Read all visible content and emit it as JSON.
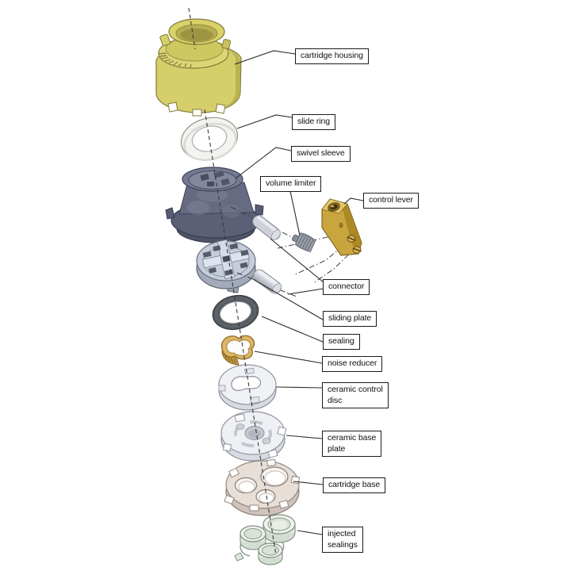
{
  "diagram": {
    "type": "exploded-view-technical-illustration",
    "background": "#ffffff",
    "line_color": "#2b2b2b",
    "labels": [
      {
        "id": "cartridge-housing",
        "text": "cartridge housing"
      },
      {
        "id": "slide-ring",
        "text": "slide ring"
      },
      {
        "id": "swivel-sleeve",
        "text": "swivel sleeve"
      },
      {
        "id": "volume-limiter",
        "text": "volume limiter"
      },
      {
        "id": "control-lever",
        "text": "control lever"
      },
      {
        "id": "connector",
        "text": "connector"
      },
      {
        "id": "sliding-plate",
        "text": "sliding plate"
      },
      {
        "id": "sealing",
        "text": "sealing"
      },
      {
        "id": "noise-reducer",
        "text": "noise reducer"
      },
      {
        "id": "ceramic-control-disc",
        "text": "ceramic control\ndisc"
      },
      {
        "id": "ceramic-base-plate",
        "text": "ceramic base\nplate"
      },
      {
        "id": "cartridge-base",
        "text": "cartridge base"
      },
      {
        "id": "injected-sealings",
        "text": "injected\nsealings"
      }
    ],
    "parts": [
      {
        "name": "cartridge-housing",
        "color": "#d6ce6a"
      },
      {
        "name": "slide-ring",
        "color": "#f3f3f0"
      },
      {
        "name": "swivel-sleeve",
        "color": "#5b6076"
      },
      {
        "name": "connector-pin",
        "color": "#cdd1d9"
      },
      {
        "name": "volume-limiter",
        "color": "#9aa0aa"
      },
      {
        "name": "control-lever",
        "color": "#c9a53e"
      },
      {
        "name": "sliding-plate",
        "color": "#c6cdda"
      },
      {
        "name": "sealing",
        "color": "#555b61"
      },
      {
        "name": "noise-reducer",
        "color": "#dcb766"
      },
      {
        "name": "ceramic-control-disc",
        "color": "#f0f1f5"
      },
      {
        "name": "ceramic-base-plate",
        "color": "#eff0f4"
      },
      {
        "name": "cartridge-base",
        "color": "#e7ded8"
      },
      {
        "name": "injected-sealings",
        "color": "#edf2eb"
      }
    ]
  }
}
